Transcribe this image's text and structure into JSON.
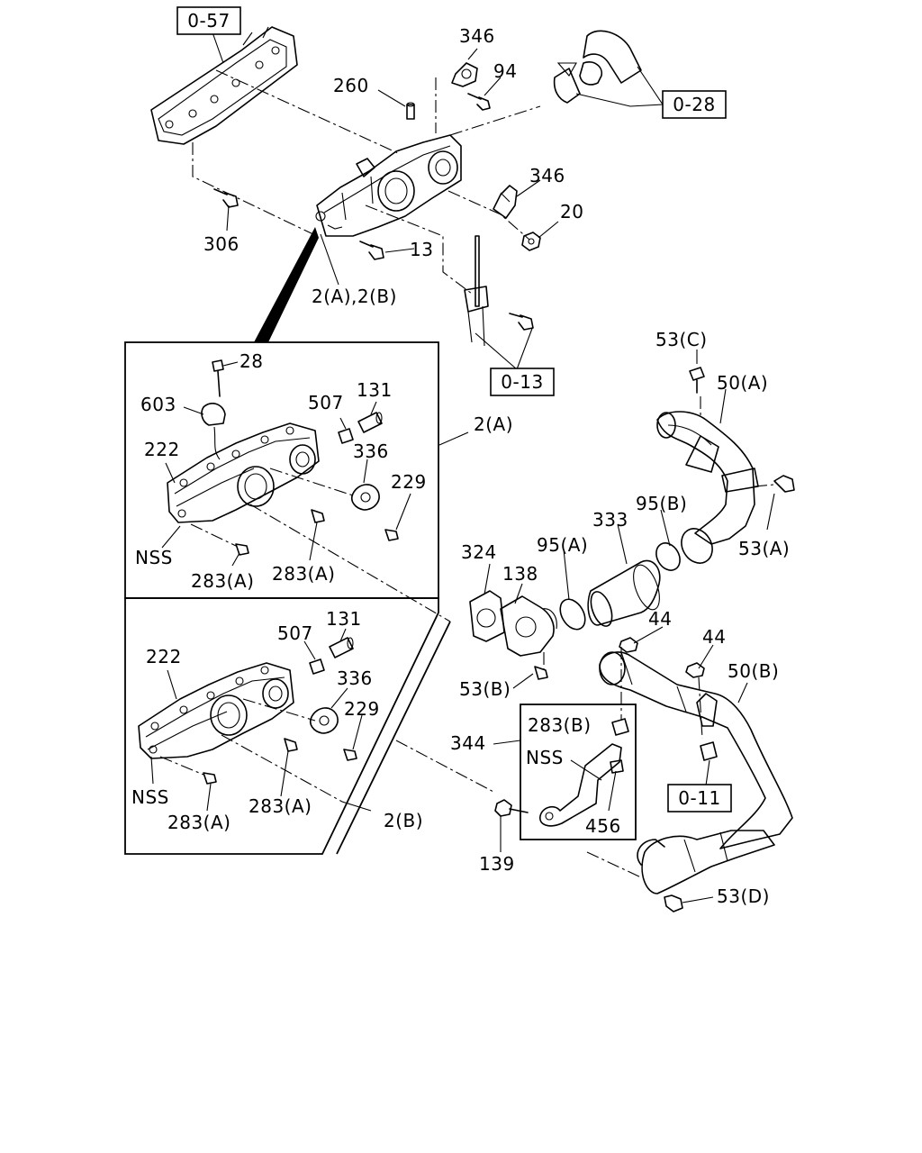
{
  "refs": {
    "r057": "0-57",
    "r028": "0-28",
    "r013": "0-13",
    "r011": "0-11"
  },
  "labels": {
    "l346a": "346",
    "l94": "94",
    "l260": "260",
    "l346b": "346",
    "l20": "20",
    "l306": "306",
    "l13": "13",
    "l2ab": "2(A),2(B)",
    "l53c": "53(C)",
    "l50a": "50(A)",
    "l53a": "53(A)",
    "l95b": "95(B)",
    "l333": "333",
    "l95a": "95(A)",
    "l324": "324",
    "l138": "138",
    "l53b": "53(B)",
    "l44a": "44",
    "l44b": "44",
    "l50b": "50(B)",
    "l283b": "283(B)",
    "l344": "344",
    "lnss3": "NSS",
    "l456": "456",
    "l139": "139",
    "l53d": "53(D)",
    "p1_28": "28",
    "p1_603": "603",
    "p1_507": "507",
    "p1_131": "131",
    "p1_222": "222",
    "p1_336": "336",
    "p1_229": "229",
    "p1_nss": "NSS",
    "p1_283a1": "283(A)",
    "p1_283a2": "283(A)",
    "p1_2a": "2(A)",
    "p2_507": "507",
    "p2_131": "131",
    "p2_222": "222",
    "p2_336": "336",
    "p2_229": "229",
    "p2_nss": "NSS",
    "p2_283a1": "283(A)",
    "p2_283a2": "283(A)",
    "p2_2b": "2(B)"
  }
}
